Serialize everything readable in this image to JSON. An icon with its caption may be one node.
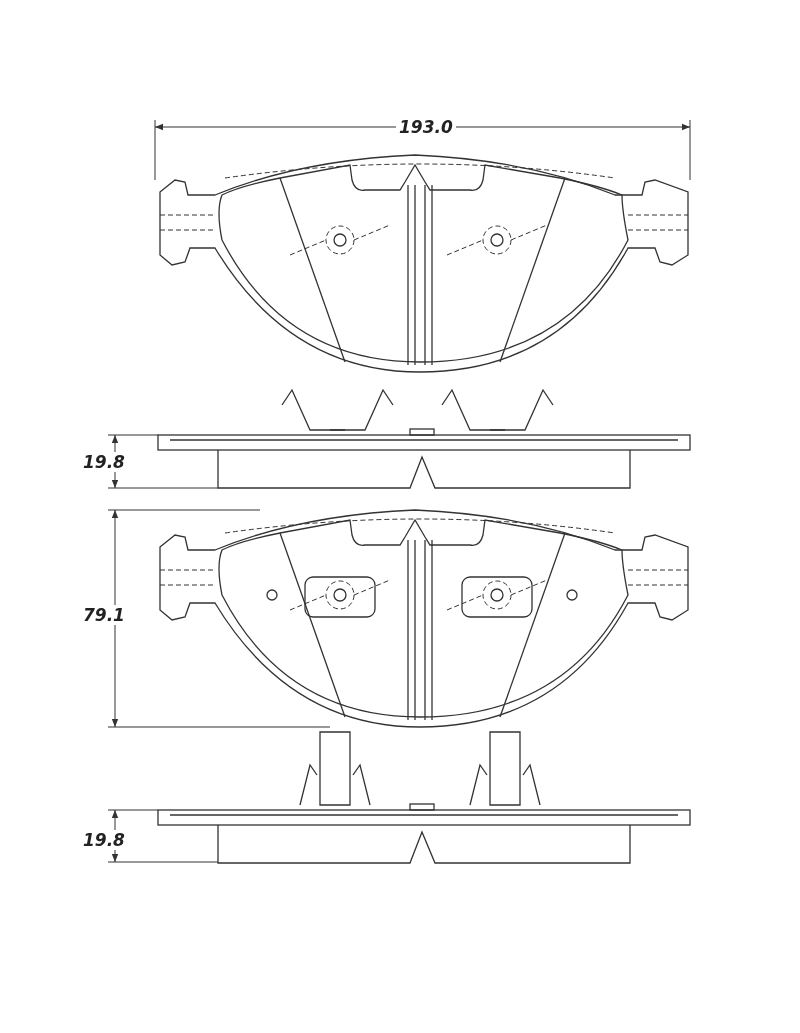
{
  "diagram": {
    "labels": [
      "193.0",
      "19.8",
      "79.1",
      "19.8"
    ]
  }
}
